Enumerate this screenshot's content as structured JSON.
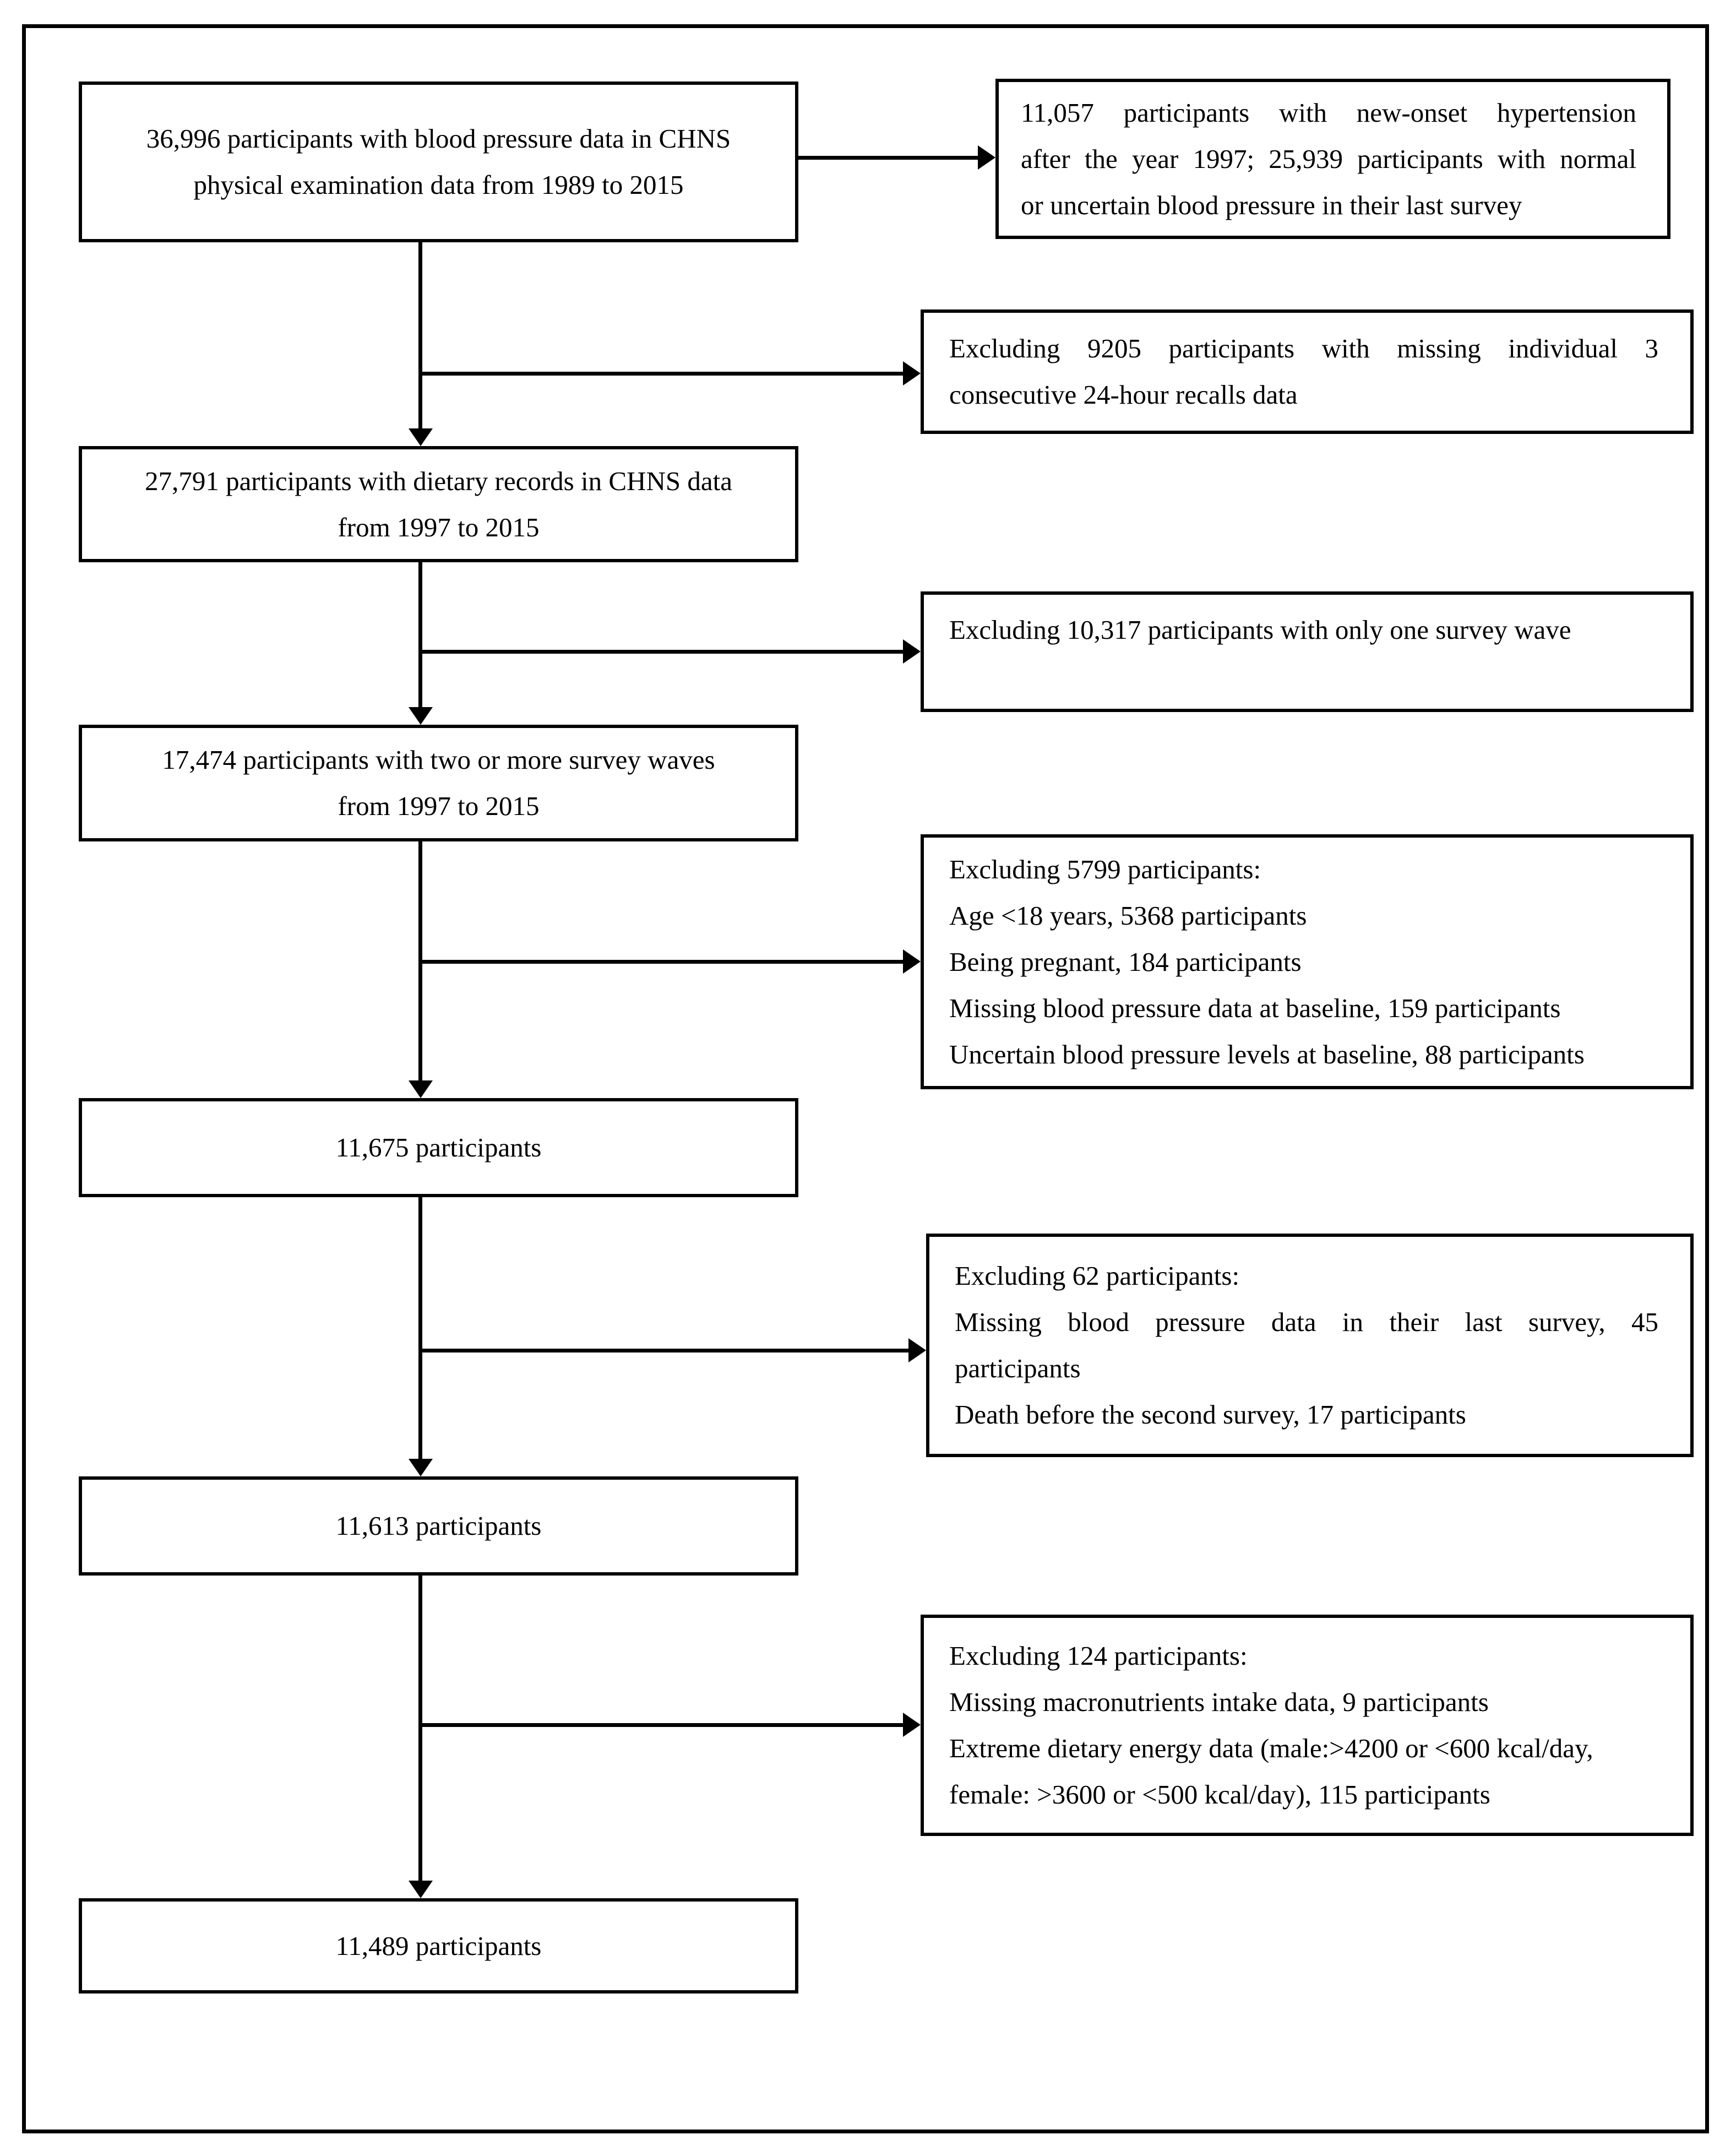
{
  "figure": {
    "type": "participant-flow-diagram",
    "colors": {
      "line": "#000000",
      "background": "#ffffff",
      "text": "#000000"
    },
    "flow": {
      "box1": {
        "lines": [
          "36,996 participants with blood pressure data in CHNS",
          "physical examination data from 1989 to 2015"
        ]
      },
      "box2": {
        "lines": [
          "27,791 participants with dietary records in CHNS data",
          "from 1997 to 2015"
        ]
      },
      "box3": {
        "lines": [
          "17,474 participants with two or more survey waves",
          "from 1997 to 2015"
        ]
      },
      "box4": {
        "lines": [
          "11,675 participants"
        ]
      },
      "box5": {
        "lines": [
          "11,613 participants"
        ]
      },
      "box6": {
        "lines": [
          "11,489 participants"
        ]
      }
    },
    "exclusions": {
      "top": {
        "lines": [
          "11,057 participants with new-onset hypertension",
          "after the year 1997; 25,939 participants with normal",
          "or uncertain blood pressure in their last survey"
        ]
      },
      "e1": {
        "lines": [
          "Excluding 9205 participants with missing individual 3",
          "consecutive 24-hour recalls data"
        ]
      },
      "e2": {
        "lines": [
          "Excluding 10,317 participants with only one survey wave"
        ]
      },
      "e3": {
        "lines": [
          "Excluding 5799 participants:",
          "Age <18 years, 5368 participants",
          "Being pregnant, 184 participants",
          "Missing blood pressure data at baseline, 159 participants",
          "Uncertain blood pressure levels at baseline, 88 participants"
        ]
      },
      "e4": {
        "lines": [
          "Excluding 62 participants:",
          "Missing blood pressure data in their last survey, 45",
          "participants",
          "Death before the second survey, 17 participants"
        ]
      },
      "e5": {
        "lines": [
          "Excluding 124 participants:",
          "Missing macronutrients intake data, 9 participants",
          "Extreme dietary energy data (male:>4200 or <600 kcal/day,",
          "female: >3600 or <500 kcal/day), 115 participants"
        ]
      }
    }
  }
}
